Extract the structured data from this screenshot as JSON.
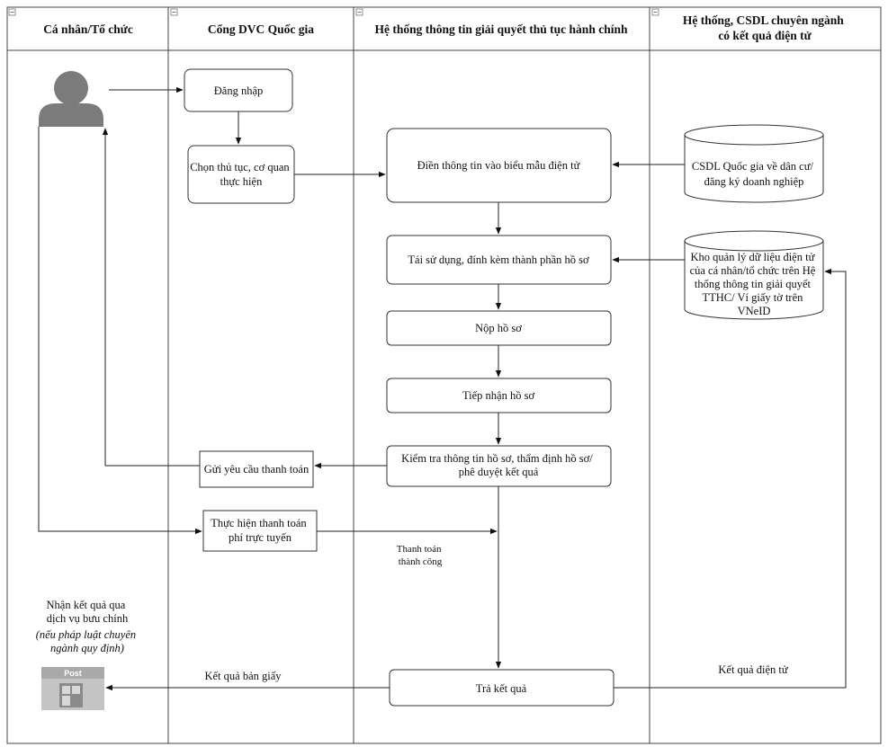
{
  "lanes": {
    "individual": "Cá nhân/Tổ chức",
    "portal": "Cổng DVC Quốc gia",
    "system": "Hệ thống thông tin giải quyết thủ tục hành chính",
    "specialized": [
      "Hệ thống, CSDL chuyên ngành",
      "có kết quả điện tử"
    ]
  },
  "steps": {
    "login": "Đăng nhập",
    "choose": [
      "Chọn thủ tục, cơ quan",
      "thực hiện"
    ],
    "fill_form": "Điền thông tin vào biểu mẫu điện tử",
    "reuse": "Tái sử dụng, đính kèm thành phần hồ sơ",
    "submit": "Nộp hồ sơ",
    "receive": "Tiếp nhận hồ sơ",
    "review": [
      "Kiểm tra thông tin hồ sơ, thẩm định hồ sơ/",
      "phê duyệt kết quả"
    ],
    "payment_request": "Gửi yêu cầu thanh toán",
    "pay_online": [
      "Thực hiện thanh toán",
      "phí trực tuyến"
    ],
    "return_result": "Trả kết quả"
  },
  "databases": {
    "population": [
      "CSDL Quốc gia về dân cư/",
      "đăng ký doanh nghiệp"
    ],
    "warehouse": [
      "Kho quản lý dữ liệu điện tử",
      "của cá nhân/tổ chức trên Hệ",
      "thống thông tin giải quyết",
      "TTHC/ Ví giấy tờ trên",
      "VNeID"
    ]
  },
  "annotations": {
    "payment_success": [
      "Thanh toán",
      "thành công"
    ],
    "paper_result": "Kết quả bản giấy",
    "electronic_result": "Kết quả điện tử",
    "postal": [
      "Nhận kết quả qua",
      "dịch vụ bưu chính"
    ],
    "postal_note": [
      "(nếu pháp luật chuyên",
      "ngành quy định)"
    ]
  },
  "icons": {
    "user": "user-silhouette-icon",
    "post": "post-office-icon",
    "post_label": "Post"
  },
  "colors": {
    "user_fill": "#7b7b7b",
    "post_top": "#a9a9a9",
    "post_body": "#c4c4c4",
    "post_window": "#8a8a8a"
  }
}
